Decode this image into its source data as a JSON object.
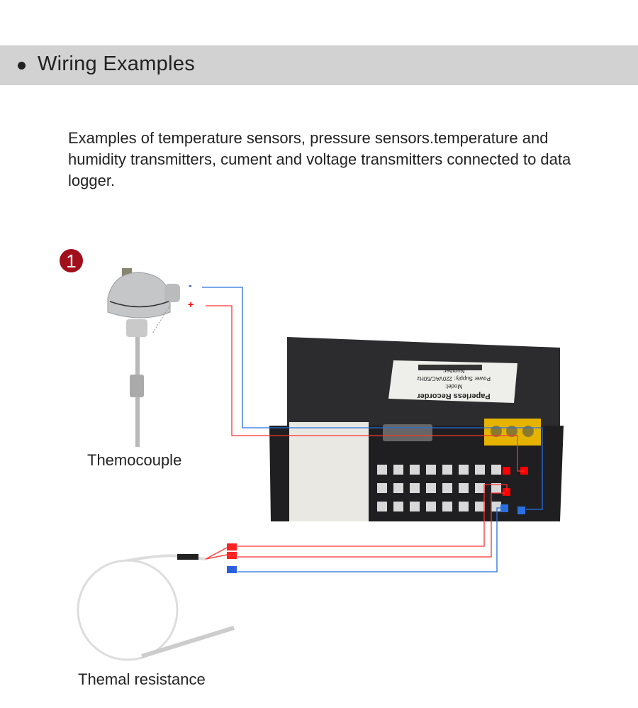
{
  "header": {
    "title": "Wiring Examples"
  },
  "description": "Examples of temperature sensors, pressure sensors.temperature and humidity transmitters, cument and voltage transmitters connected to data logger.",
  "example_number": "1",
  "thermocouple": {
    "label": "Themocouple",
    "minus": "-",
    "plus": "+"
  },
  "rtd": {
    "label": "Themal resistance"
  },
  "device_label": {
    "name": "Paperless Recorder",
    "model": "Model:",
    "power": "Power Supply: 220VAC/50Hz",
    "number": "Number:"
  },
  "colors": {
    "accent": "#a10e1c",
    "wire_red": "#ff3030",
    "wire_blue": "#2a6fe0",
    "header_bg": "#d2d2d2"
  }
}
